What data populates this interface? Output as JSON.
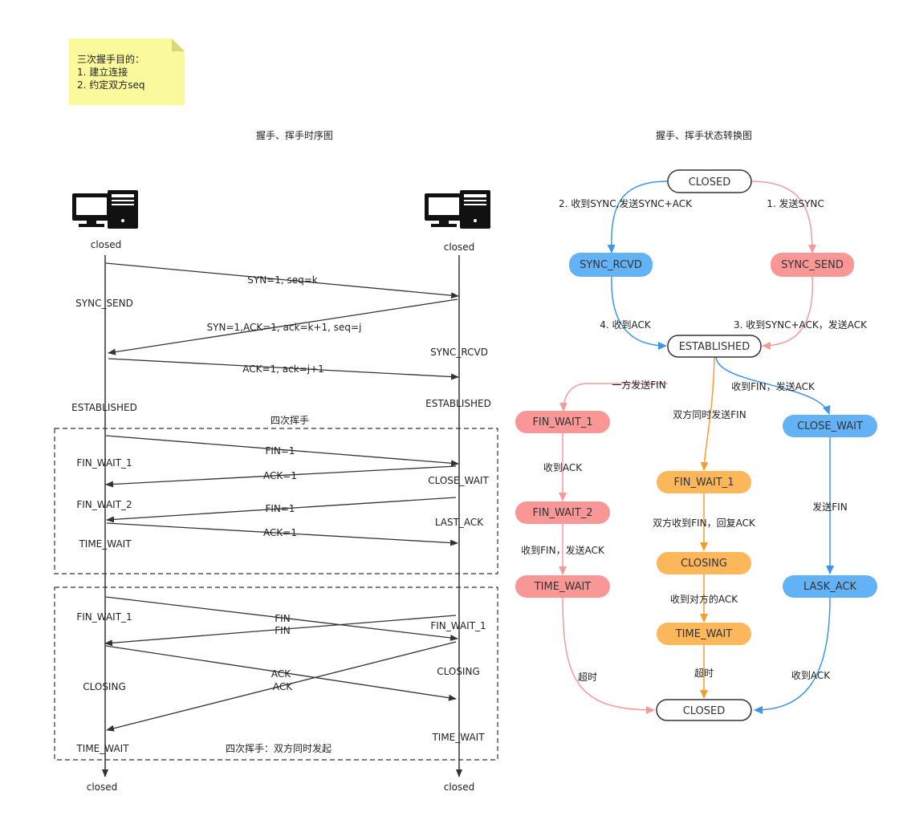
{
  "note": {
    "title": "三次握手目的：",
    "line1": "1. 建立连接",
    "line2": "2. 约定双方seq",
    "color": "#fafa9c"
  },
  "sequence": {
    "title": "握手、挥手时序图",
    "left_state": "closed",
    "right_state": "closed",
    "left_end": "closed",
    "right_end": "closed",
    "handshake": {
      "msg1": "SYN=1, seq=k",
      "msg2": "SYN=1,ACK=1, ack=k+1, seq=j",
      "msg3": "ACK=1, ack=j+1",
      "left_sync_send": "SYNC_SEND",
      "right_sync_rcvd": "SYNC_RCVD",
      "left_established": "ESTABLISHED",
      "right_established": "ESTABLISHED"
    },
    "four_way": {
      "title": "四次挥手",
      "fin1": "FIN=1",
      "ack1": "ACK=1",
      "fin2": "FIN=1",
      "ack2": "ACK=1",
      "left_fin_wait_1": "FIN_WAIT_1",
      "left_fin_wait_2": "FIN_WAIT_2",
      "left_time_wait": "TIME_WAIT",
      "right_close_wait": "CLOSE_WAIT",
      "right_last_ack": "LAST_ACK"
    },
    "simultaneous": {
      "title": "四次挥手：双方同时发起",
      "fin_a": "FIN",
      "fin_b": "FIN",
      "ack_a": "ACK",
      "ack_b": "ACK",
      "left_fin_wait_1": "FIN_WAIT_1",
      "left_closing": "CLOSING",
      "left_time_wait": "TIME_WAIT",
      "right_fin_wait_1": "FIN_WAIT_1",
      "right_closing": "CLOSING",
      "right_time_wait": "TIME_WAIT"
    }
  },
  "state_diagram": {
    "title": "握手、挥手状态转换图",
    "nodes": {
      "closed_top": "CLOSED",
      "sync_rcvd": "SYNC_RCVD",
      "sync_send": "SYNC_SEND",
      "established": "ESTABLISHED",
      "fin_wait_1_a": "FIN_WAIT_1",
      "fin_wait_2_a": "FIN_WAIT_2",
      "time_wait_a": "TIME_WAIT",
      "fin_wait_1_b": "FIN_WAIT_1",
      "closing_b": "CLOSING",
      "time_wait_b": "TIME_WAIT",
      "close_wait": "CLOSE_WAIT",
      "lask_ack": "LASK_ACK",
      "closed_bottom": "CLOSED"
    },
    "edges": {
      "e1": "1. 发送SYNC",
      "e2": "2. 收到SYNC,发送SYNC+ACK",
      "e3": "3. 收到SYNC+ACK，发送ACK",
      "e4": "4. 收到ACK",
      "one_side_fin": "一方发送FIN",
      "recv_fin_send_ack": "收到FIN，发送ACK",
      "both_fin": "双方同时发送FIN",
      "recv_ack": "收到ACK",
      "recv_fin_send_ack_2": "收到FIN，发送ACK",
      "timeout_a": "超时",
      "both_recv_fin": "双方收到FIN，回复ACK",
      "recv_peer_ack": "收到对方的ACK",
      "timeout_b": "超时",
      "send_fin": "发送FIN",
      "recv_ack_2": "收到ACK"
    },
    "colors": {
      "red": "#f99797",
      "red_line": "#f39b9b",
      "blue": "#64b2f6",
      "blue_line": "#3d95ec",
      "orange": "#fbb75a",
      "orange_line": "#f59d2e"
    }
  }
}
